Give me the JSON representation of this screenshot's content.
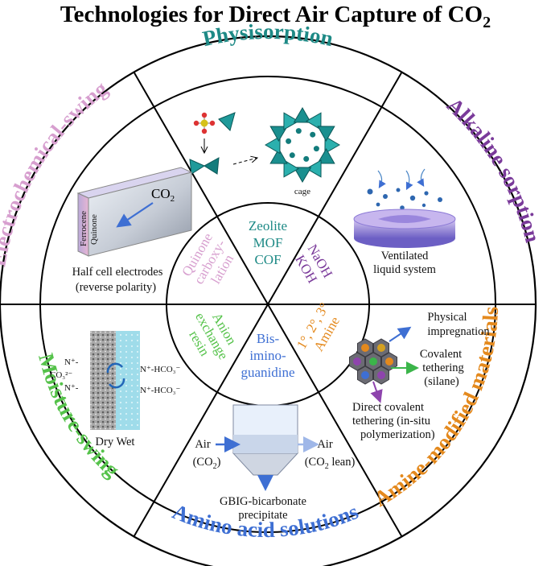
{
  "title": {
    "main": "Technologies for Direct Air Capture of CO",
    "sub": "2"
  },
  "colors": {
    "physisorption": "#1e8a86",
    "alkaline": "#7a3a9a",
    "amine": "#e4891d",
    "amino_acid": "#3e6fd3",
    "moisture": "#55c24a",
    "electrochemical": "#d79fcf"
  },
  "sectors": {
    "physisorption": {
      "label": "Physisorption",
      "inner": [
        "Zeolite",
        "MOF",
        "COF"
      ],
      "cage": "cage"
    },
    "alkaline": {
      "label": "Alkaline sorption",
      "inner": [
        "NaOH",
        "KOH"
      ],
      "caption": [
        "Ventilated",
        "liquid system"
      ]
    },
    "amine": {
      "label": "Amine-modified materials",
      "inner": [
        "1°, 2°, 3°",
        "Amine"
      ],
      "annotations": {
        "physical": [
          "Physical",
          "impregnation"
        ],
        "covalent": [
          "Covalent",
          "tethering",
          "(silane)"
        ],
        "direct": [
          "Direct covalent",
          "tethering (in-situ",
          "polymerization)"
        ]
      }
    },
    "amino_acid": {
      "label": "Amino acid solutions",
      "inner": [
        "Bis-",
        "imino-",
        "guanidine"
      ],
      "air_in": [
        "Air",
        "(CO",
        "2",
        ")"
      ],
      "air_out": [
        "Air",
        "(CO",
        "2",
        " lean)"
      ],
      "precipitate": [
        "GBIG-bicarbonate",
        "precipitate"
      ]
    },
    "moisture": {
      "label": "Moisture-swing",
      "inner": [
        "Anion",
        "exchange",
        "resin"
      ],
      "caption": "Dry Wet",
      "chem": {
        "n1": "N⁺-",
        "co3": "CO₃²⁻",
        "n2": "N⁺-",
        "hco3a": "N⁺-HCO₃⁻",
        "hco3b": "N⁺-HCO₃⁻"
      }
    },
    "electrochemical": {
      "label": "Electrochemical-swing",
      "inner": [
        "Quinone",
        "carboxy-",
        "lation"
      ],
      "electrode_labels": [
        "Ferrocene",
        "Quinone"
      ],
      "co2": [
        "CO",
        "2"
      ],
      "caption": [
        "Half cell electrodes",
        "(reverse polarity)"
      ]
    }
  }
}
